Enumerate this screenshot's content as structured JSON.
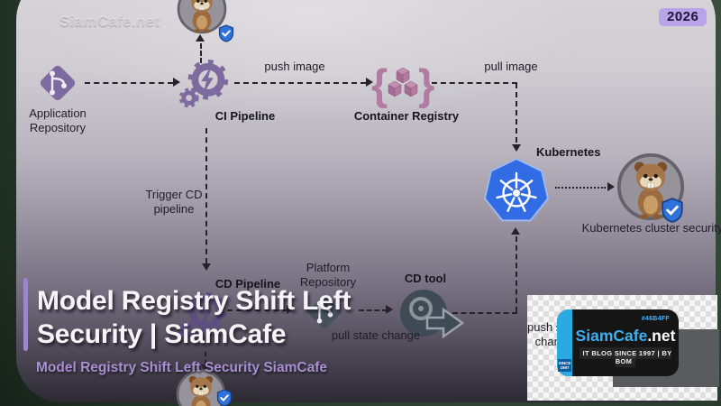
{
  "meta": {
    "watermark": "SiamCafe.net",
    "year_badge": "2026"
  },
  "diagram": {
    "labels": {
      "app_repo": "Application Repository",
      "ci_pipeline": "CI Pipeline",
      "push_image": "push image",
      "container_registry": "Container Registry",
      "pull_image": "pull image",
      "kubernetes": "Kubernetes",
      "k8s_cluster_security": "Kubernetes cluster security",
      "trigger_cd": "Trigger CD pipeline",
      "cd_pipeline": "CD Pipeline",
      "platform_repo": "Platform Repository",
      "cd_tool": "CD tool",
      "pull_state": "pull state change",
      "push_state": "push state change",
      "brace_open": "{",
      "brace_close": "}"
    },
    "colors": {
      "repo_purple": "#7d6a9e",
      "registry_mauve": "#b27ba2",
      "kubernetes_blue": "#326ce5",
      "cd_tool_slate": "#3e4a54",
      "connector_dark": "#26222a",
      "shield_blue": "#2f72d9"
    }
  },
  "overlay": {
    "title_line1": "Model Registry Shift Left",
    "title_line2": "Security | SiamCafe",
    "subtitle": "Model Registry Shift Left Security SiamCafe",
    "accent_color": "#9d87ca"
  },
  "logo_card": {
    "hex_code": "#46B4FF",
    "brand": "SiamCafe",
    "brand_suffix": ".net",
    "tagline": "IT BLOG SINCE 1997 | BY BOM",
    "since_top": "SINCE",
    "since_bottom": "1997",
    "stripe_blue": "#29abe2"
  }
}
